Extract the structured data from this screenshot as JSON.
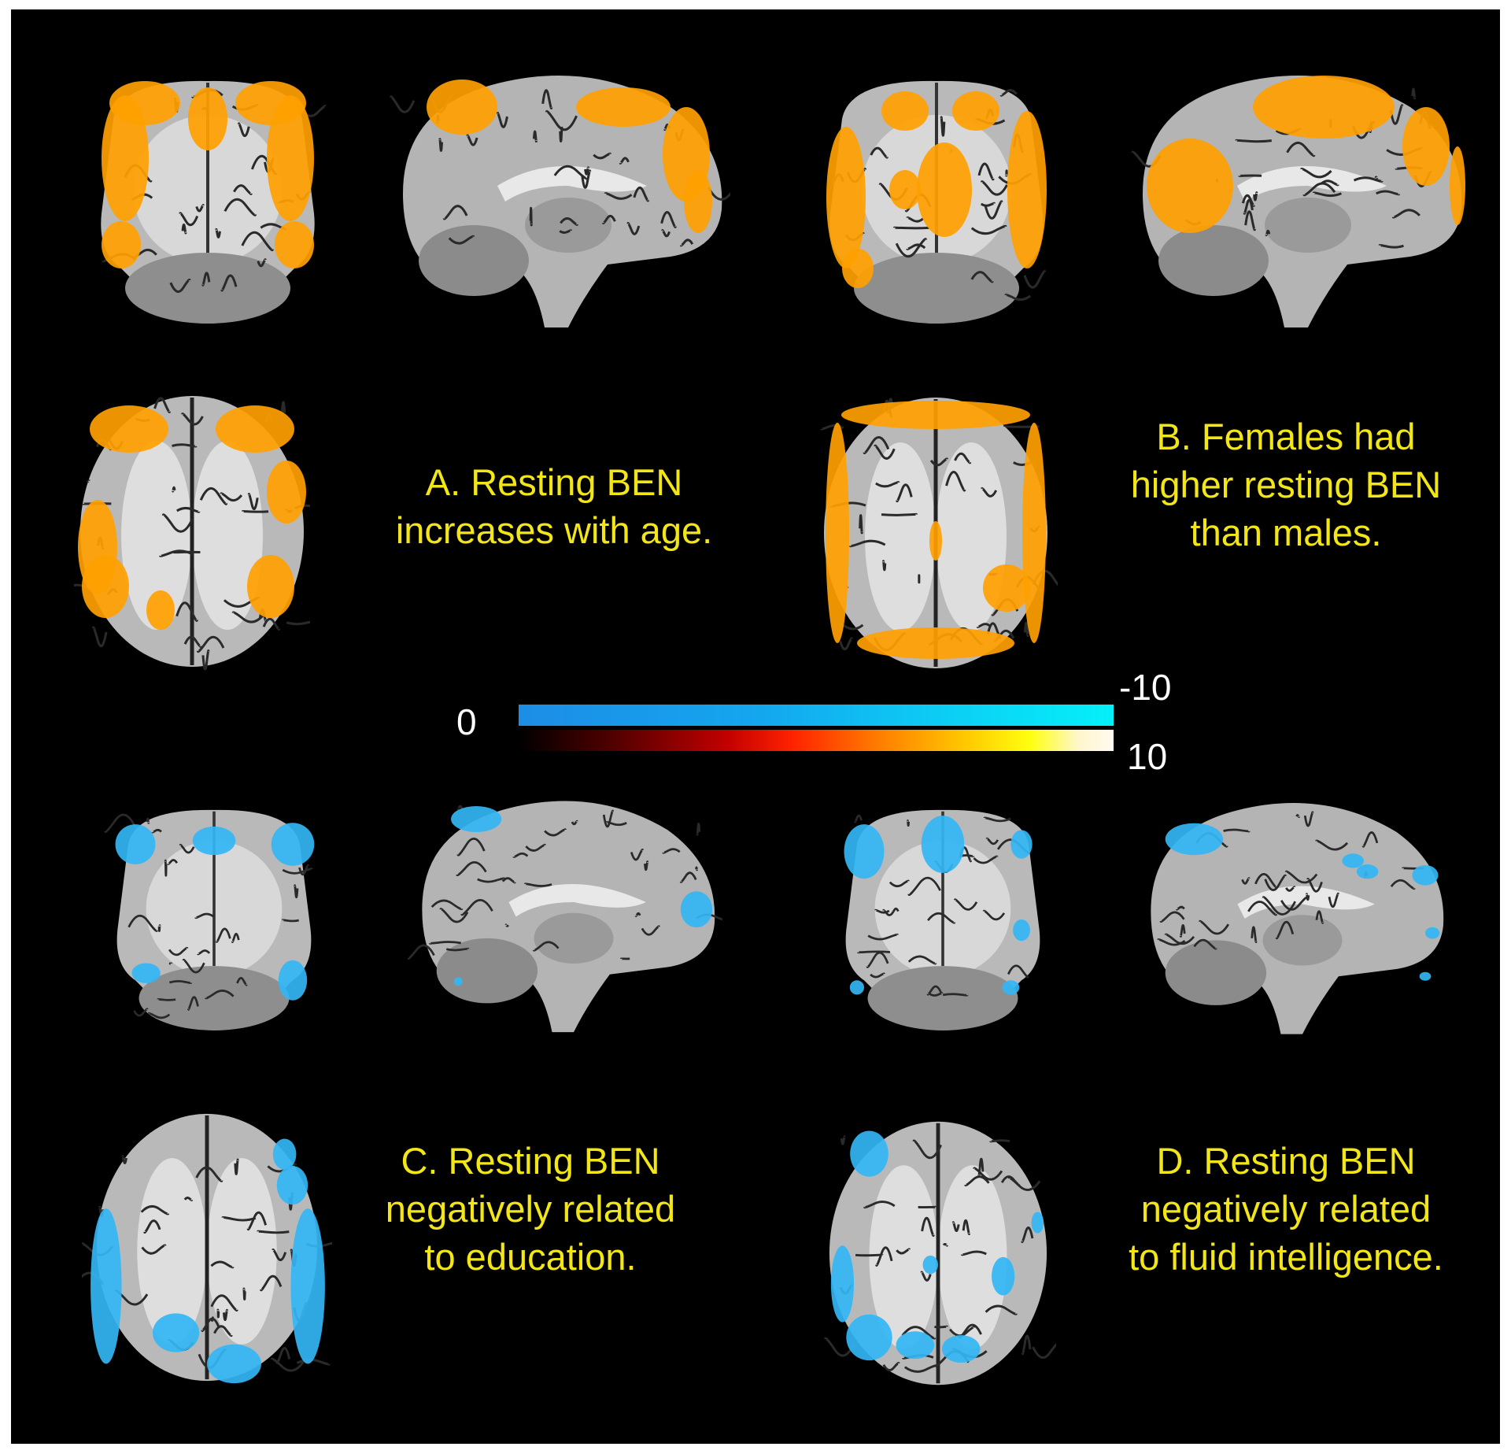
{
  "panels": {
    "A": {
      "lines": [
        "A. Resting BEN",
        "increases with age."
      ]
    },
    "B": {
      "lines": [
        "B. Females had",
        "higher resting BEN",
        "than males."
      ]
    },
    "C": {
      "lines": [
        "C. Resting BEN",
        "negatively related",
        "to education."
      ]
    },
    "D": {
      "lines": [
        "D. Resting BEN",
        "negatively related",
        "to fluid intelligence."
      ]
    }
  },
  "colorbar": {
    "zero_label": "0",
    "neg_label": "-10",
    "pos_label": "10",
    "negative_colors": [
      "#1d8de6",
      "#05f0f8"
    ],
    "positive_colors": [
      "#000000",
      "#c20000",
      "#ff7a00",
      "#ffff10",
      "#fffaf0"
    ]
  },
  "colors": {
    "background": "#000000",
    "caption_text": "#f2e619",
    "activation_positive": "#ffa000",
    "activation_negative": "#33b6f5"
  }
}
